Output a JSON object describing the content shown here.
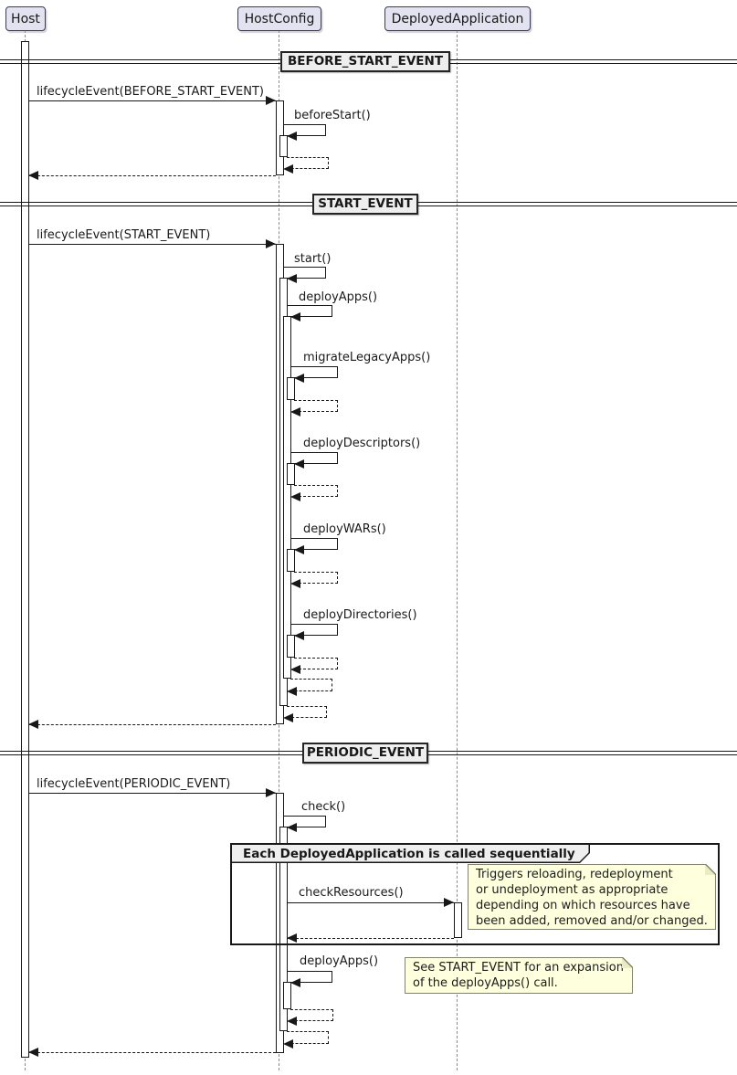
{
  "diagram": {
    "participants": [
      {
        "name": "Host"
      },
      {
        "name": "HostConfig"
      },
      {
        "name": "DeployedApplication"
      }
    ],
    "dividers": [
      {
        "label": "BEFORE_START_EVENT"
      },
      {
        "label": "START_EVENT"
      },
      {
        "label": "PERIODIC_EVENT"
      }
    ],
    "messages": [
      {
        "label": "lifecycleEvent(BEFORE_START_EVENT)"
      },
      {
        "label": "beforeStart()"
      },
      {
        "label": "lifecycleEvent(START_EVENT)"
      },
      {
        "label": "start()"
      },
      {
        "label": "deployApps()"
      },
      {
        "label": "migrateLegacyApps()"
      },
      {
        "label": "deployDescriptors()"
      },
      {
        "label": "deployWARs()"
      },
      {
        "label": "deployDirectories()"
      },
      {
        "label": "lifecycleEvent(PERIODIC_EVENT)"
      },
      {
        "label": "check()"
      },
      {
        "label": "checkResources()"
      },
      {
        "label": "deployApps()"
      }
    ],
    "frame": {
      "label": "Each DeployedApplication is called sequentially"
    },
    "notes": [
      {
        "text": "Triggers reloading, redeployment\nor undeployment as appropriate\ndepending on which resources have\nbeen added, removed and/or changed."
      },
      {
        "text": "See START_EVENT for an expansion\nof the deployApps() call."
      }
    ],
    "colors": {
      "participant_fill": "#E2E2F0",
      "divider_fill": "#EEEEEE",
      "note_fill": "#FEFFDD",
      "line": "#181818"
    }
  }
}
